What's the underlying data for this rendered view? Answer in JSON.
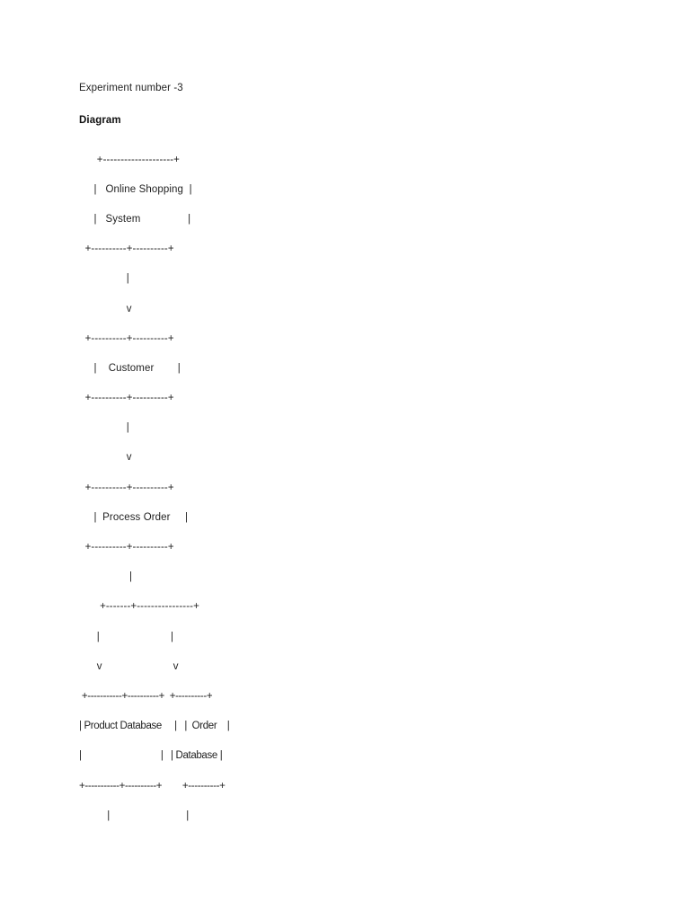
{
  "document": {
    "title": "Experiment number -3",
    "subtitle": "Diagram",
    "background_color": "#ffffff",
    "text_color": "#1f1f1f"
  },
  "diagram": {
    "type": "ascii-flowchart",
    "nodes": [
      "Online Shopping System",
      "Customer",
      "Process Order",
      "Product Database",
      "Order Database"
    ],
    "edges": [
      {
        "from": "Online Shopping System",
        "to": "Customer"
      },
      {
        "from": "Customer",
        "to": "Process Order"
      },
      {
        "from": "Process Order",
        "to": "Product Database"
      },
      {
        "from": "Process Order",
        "to": "Order Database"
      }
    ],
    "lines": [
      "      +--------------------+",
      "     |   Online Shopping  |",
      "     |   System                |",
      "  +----------+----------+",
      "                |",
      "                v",
      "  +----------+----------+",
      "     |    Customer        |",
      "  +----------+----------+",
      "                |",
      "                v",
      "  +----------+----------+",
      "     |  Process Order     |",
      "  +----------+----------+",
      "                 |",
      "       +-------+----------------+",
      "      |                        |",
      "      v                        v",
      " +-----------+----------+  +----------+",
      "| Product Database     |   |  Order    |",
      "|                               |   | Database |",
      "+-----------+----------+        +----------+",
      "           |                              |"
    ]
  }
}
